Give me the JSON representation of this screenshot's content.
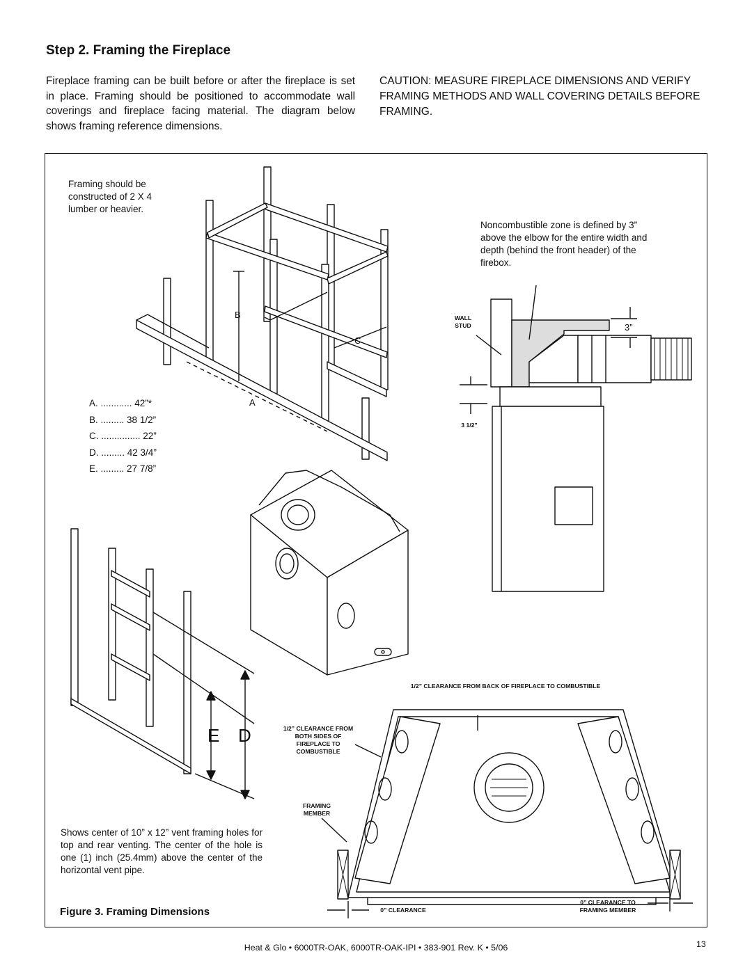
{
  "heading": "Step 2.  Framing the Fireplace",
  "intro": "Fireplace framing can be built before or after the fireplace is set in place. Framing should be positioned to accommodate wall coverings and fireplace facing material. The diagram below shows framing reference dimensions.",
  "caution": "CAUTION: MEASURE FIREPLACE DIMENSIONS AND VERIFY FRAMING METHODS AND WALL COVERING DETAILS BEFORE FRAMING.",
  "figure": {
    "note_lumber": "Framing should be constructed of 2 X 4 lumber or heavier.",
    "note_zone": "Noncombustible zone is defined by 3” above the elbow for the entire width and depth (behind the front header) of the firebox.",
    "note_vent": "Shows center of 10” x 12” vent framing holes for top and rear venting. The center of the hole is one (1) inch (25.4mm) above the center of the horizontal vent pipe.",
    "labels": {
      "a": "A",
      "b": "B",
      "c": "C",
      "d": "D",
      "e": "E"
    },
    "dimensions": [
      {
        "key": "A",
        "dots": ". ............",
        "value": "42”*"
      },
      {
        "key": "B",
        "dots": ". .........",
        "value": "38  1/2”"
      },
      {
        "key": "C",
        "dots": ". ...............",
        "value": "22”"
      },
      {
        "key": "D",
        "dots": ". .........",
        "value": "42  3/4”"
      },
      {
        "key": "E",
        "dots": ". .........",
        "value": "27  7/8”"
      }
    ],
    "wall_stud": "WALL STUD",
    "three_inch": "3”",
    "three_half": "3 1/2”",
    "clear_back": "1/2” CLEARANCE FROM BACK OF FIREPLACE TO COMBUSTIBLE",
    "clear_sides": "1/2” CLEARANCE FROM BOTH SIDES OF FIREPLACE TO COMBUSTIBLE",
    "framing_member": "FRAMING MEMBER",
    "zero_clear": "0” CLEARANCE",
    "zero_clear_fm": "0” CLEARANCE TO FRAMING MEMBER",
    "caption": "Figure 3.    Framing Dimensions"
  },
  "footer": "Heat & Glo  •  6000TR-OAK, 6000TR-OAK-IPI  •  383-901  Rev. K  •  5/06",
  "page_number": "13"
}
